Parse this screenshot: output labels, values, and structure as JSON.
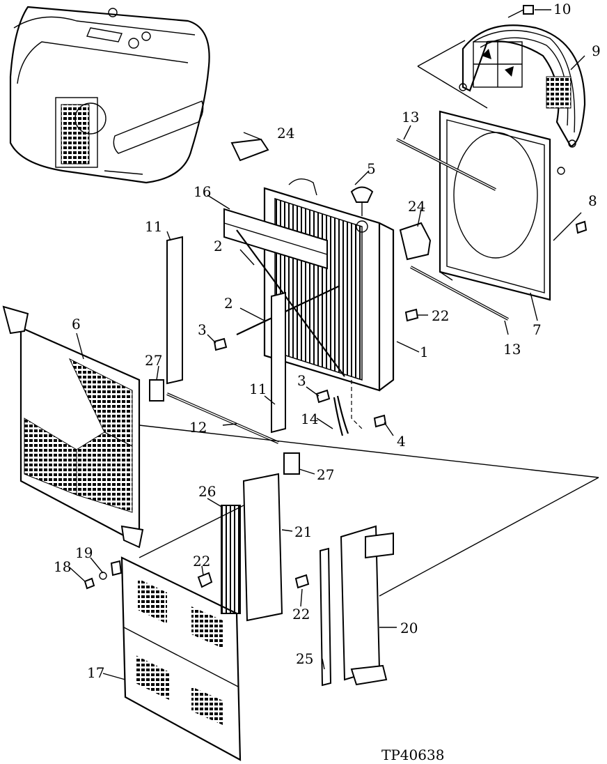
{
  "figure_id": "TP40638",
  "callouts": [
    {
      "id": "c1",
      "text": "1"
    },
    {
      "id": "c2a",
      "text": "2"
    },
    {
      "id": "c2b",
      "text": "2"
    },
    {
      "id": "c3a",
      "text": "3"
    },
    {
      "id": "c3b",
      "text": "3"
    },
    {
      "id": "c4",
      "text": "4"
    },
    {
      "id": "c5",
      "text": "5"
    },
    {
      "id": "c6",
      "text": "6"
    },
    {
      "id": "c7",
      "text": "7"
    },
    {
      "id": "c8",
      "text": "8"
    },
    {
      "id": "c9",
      "text": "9"
    },
    {
      "id": "c10",
      "text": "10"
    },
    {
      "id": "c11a",
      "text": "11"
    },
    {
      "id": "c11b",
      "text": "11"
    },
    {
      "id": "c12",
      "text": "12"
    },
    {
      "id": "c13a",
      "text": "13"
    },
    {
      "id": "c13b",
      "text": "13"
    },
    {
      "id": "c14",
      "text": "14"
    },
    {
      "id": "c16",
      "text": "16"
    },
    {
      "id": "c17",
      "text": "17"
    },
    {
      "id": "c18",
      "text": "18"
    },
    {
      "id": "c19",
      "text": "19"
    },
    {
      "id": "c20",
      "text": "20"
    },
    {
      "id": "c21",
      "text": "21"
    },
    {
      "id": "c22a",
      "text": "22"
    },
    {
      "id": "c22b",
      "text": "22"
    },
    {
      "id": "c22c",
      "text": "22"
    },
    {
      "id": "c24a",
      "text": "24"
    },
    {
      "id": "c24b",
      "text": "24"
    },
    {
      "id": "c25",
      "text": "25"
    },
    {
      "id": "c26",
      "text": "26"
    },
    {
      "id": "c27a",
      "text": "27"
    },
    {
      "id": "c27b",
      "text": "27"
    }
  ]
}
